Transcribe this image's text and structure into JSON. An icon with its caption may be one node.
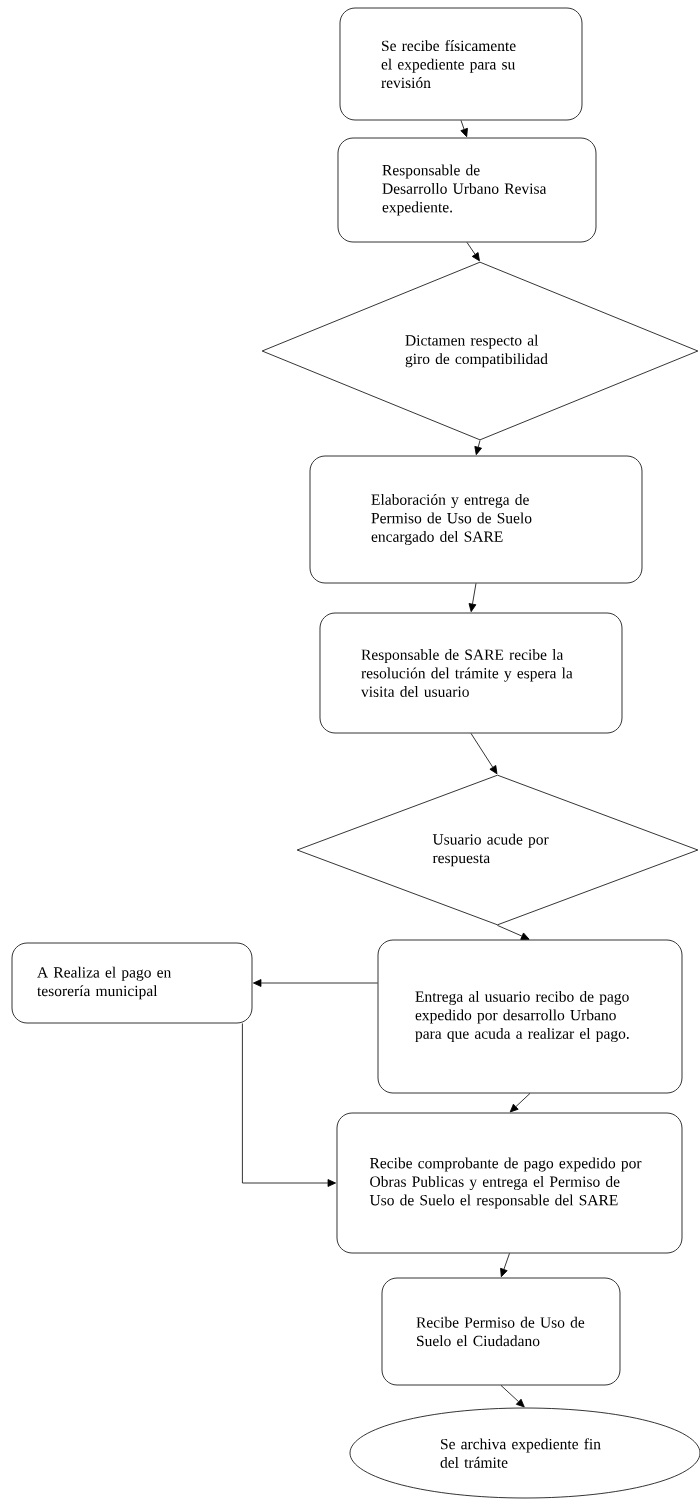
{
  "diagram": {
    "nodes": [
      {
        "text": [
          "Se recibe físicamente el expediente para su revisión"
        ]
      },
      {
        "text": [
          "Responsable de Desarrollo Urbano Revisa expediente."
        ]
      },
      {
        "text": [
          "Dictamen respecto al giro de compatibilidad"
        ]
      },
      {
        "text": [
          "Elaboración y entrega de Permiso de Uso de Suelo encargado del SARE"
        ]
      },
      {
        "text": [
          "Responsable de SARE recibe la resolución del trámite y espera la visita del usuario"
        ]
      },
      {
        "text": [
          "Usuario acude por respuesta"
        ]
      },
      {
        "text": [
          "A Realiza el  pago en tesorería municipal"
        ]
      },
      {
        "text": [
          "Entrega al usuario recibo de pago expedido por desarrollo Urbano para que acuda a realizar el pago."
        ]
      },
      {
        "text": [
          "Recibe comprobante de pago expedido por Obras Publicas  y entrega el Permiso de Uso de Suelo el responsable del SARE"
        ]
      },
      {
        "text": [
          "Recibe Permiso de Uso de Suelo el Ciudadano"
        ]
      },
      {
        "text": [
          "Se archiva expediente fin del trámite"
        ]
      }
    ],
    "edges": [
      {
        "from": 0,
        "to": 1,
        "arrow": "to"
      },
      {
        "from": 1,
        "to": 2,
        "arrow": "to"
      },
      {
        "from": 2,
        "to": 3,
        "arrow": "to"
      },
      {
        "from": 3,
        "to": 4,
        "arrow": "to"
      },
      {
        "from": 4,
        "to": 5,
        "arrow": "to"
      },
      {
        "from": 5,
        "to": 7,
        "arrow": "to"
      },
      {
        "from": 7,
        "to": 6,
        "arrow": "to"
      },
      {
        "from": 6,
        "to": 8,
        "arrow": "to"
      },
      {
        "from": 7,
        "to": 8,
        "arrow": "to"
      },
      {
        "from": 8,
        "to": 9,
        "arrow": "to"
      },
      {
        "from": 9,
        "to": 10,
        "arrow": "to"
      }
    ]
  }
}
